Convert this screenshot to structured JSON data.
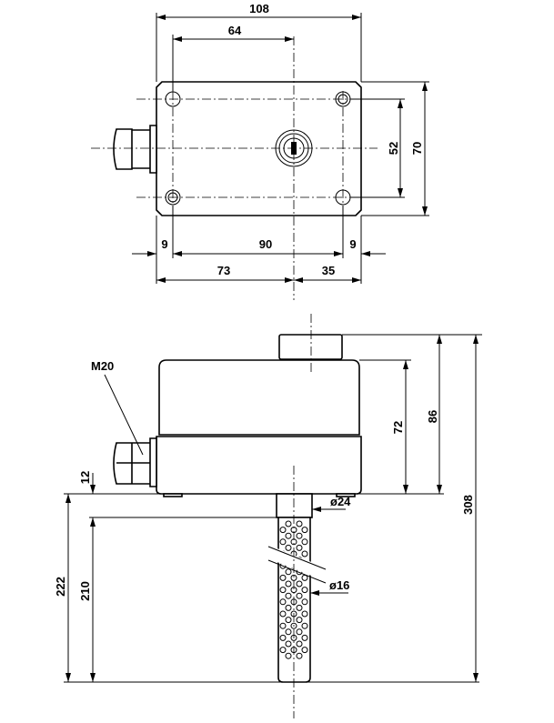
{
  "top_view": {
    "dims": {
      "width_total": "108",
      "hole_to_center": "64",
      "hole_spacing_v": "52",
      "height_total": "70",
      "edge_left": "9",
      "hole_spacing_h": "90",
      "edge_right": "9",
      "left_to_center": "73",
      "center_to_right": "35"
    }
  },
  "side_view": {
    "labels": {
      "gland": "M20",
      "neck_dia": "ø24",
      "probe_dia": "ø16"
    },
    "dims": {
      "body_height": "72",
      "overall_head": "86",
      "overall": "308",
      "probe_total": "222",
      "probe_length": "210",
      "neck_length": "12"
    }
  },
  "colors": {
    "line": "#000000",
    "background": "#ffffff"
  }
}
